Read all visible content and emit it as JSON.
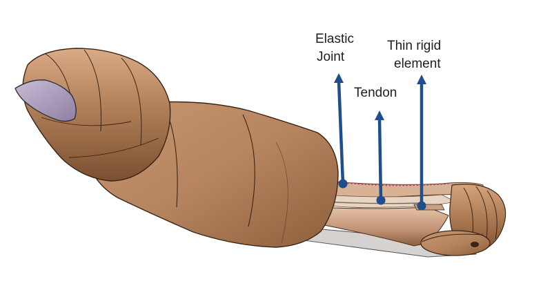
{
  "labels": {
    "elastic_joint_line1": "Elastic",
    "elastic_joint_line2": "Joint",
    "thin_rigid_line1": "Thin rigid",
    "thin_rigid_line2": "element",
    "tendon": "Tendon"
  },
  "colors": {
    "background": "#ffffff",
    "skin": "#b07f58",
    "skin_light": "#d9ab86",
    "skin_dark": "#7a4f30",
    "edge": "#3a2414",
    "nail": "#a99ab9",
    "arrow": "#1f4e8c",
    "joint_dots": "#c0306a",
    "text": "#1e1e1e"
  },
  "icons": {
    "pointer": "arrow-up-icon",
    "anchor": "circle-dot-icon"
  }
}
